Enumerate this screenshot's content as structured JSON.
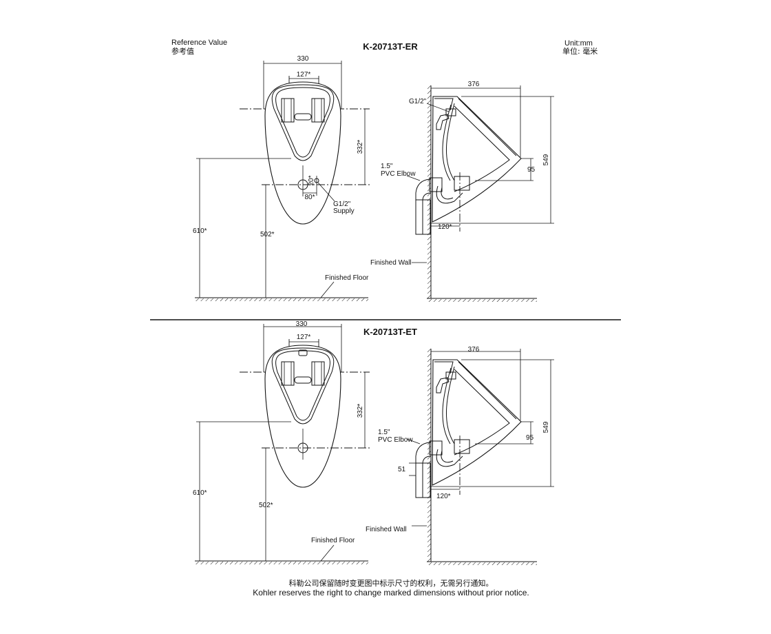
{
  "header": {
    "reference_en": "Reference Value",
    "reference_cn": "参考值",
    "unit_en": "Unit:mm",
    "unit_cn": "单位:  毫米"
  },
  "top": {
    "model": "K-20713T-ER",
    "dim_width": "330",
    "dim_mount": "127*",
    "dim_332": "332*",
    "dim_610": "610*",
    "dim_502": "502*",
    "dim_20": "20*",
    "dim_80": "80*",
    "supply_1": "G1/2\"",
    "supply_2": "Supply",
    "finished_floor": "Finished Floor",
    "side_depth": "376",
    "side_g12": "G1/2\"",
    "elbow_1": "1.5\"",
    "elbow_2": "PVC Elbow",
    "side_95": "95",
    "side_549": "549",
    "side_120": "120*",
    "finished_wall": "Finished Wall"
  },
  "bottom": {
    "model": "K-20713T-ET",
    "dim_width": "330",
    "dim_mount": "127*",
    "dim_332": "332*",
    "dim_610": "610*",
    "dim_502": "502*",
    "finished_floor": "Finished Floor",
    "side_depth": "376",
    "elbow_1": "1.5\"",
    "elbow_2": "PVC Elbow",
    "side_51": "51",
    "side_95": "95",
    "side_549": "549",
    "side_120": "120*",
    "finished_wall": "Finished Wall"
  },
  "footer": {
    "note_cn": "科勒公司保留随时变更图中标示尺寸的权利，无需另行通知。",
    "note_en": "Kohler reserves the right to change marked dimensions without prior notice."
  }
}
